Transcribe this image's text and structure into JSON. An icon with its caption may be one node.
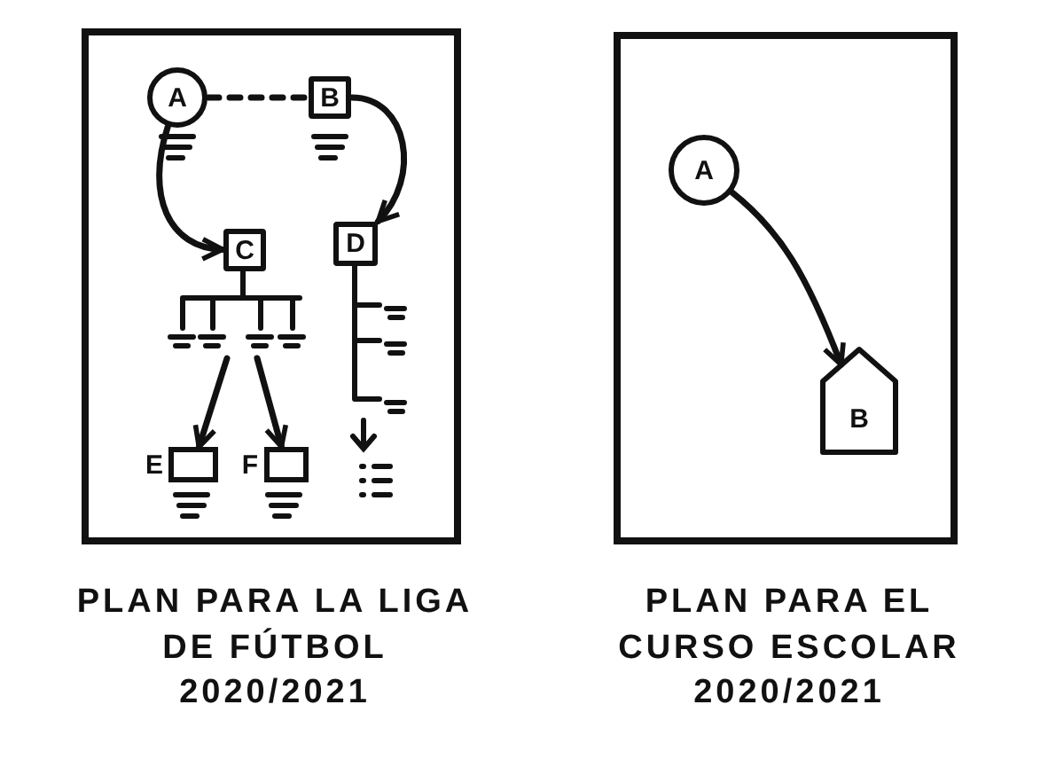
{
  "diagram": {
    "nodes": [
      {
        "text": [
          "PLAN PARA LA LIGA DE FÚTBOL 2020/2021"
        ]
      },
      {
        "text": [
          "A"
        ],
        "in": 0
      },
      {
        "text": [
          "B"
        ],
        "in": 0
      },
      {
        "text": [
          "C"
        ],
        "in": 0
      },
      {
        "text": [
          "D"
        ],
        "in": 0
      },
      {
        "text": [
          "E"
        ],
        "in": 0
      },
      {
        "text": [
          "F"
        ],
        "in": 0
      },
      {
        "text": [
          "PLAN PARA EL CURSO ESCOLAR 2020/2021"
        ]
      },
      {
        "text": [
          "A"
        ],
        "in": 7
      },
      {
        "text": [
          "B"
        ],
        "in": 7
      }
    ],
    "edges": [
      {
        "from": 1,
        "to": 2,
        "arrow": "none",
        "style": "dashed"
      },
      {
        "from": 1,
        "to": 3,
        "arrow": "to"
      },
      {
        "from": 2,
        "to": 4,
        "arrow": "to"
      },
      {
        "from": null,
        "to": 5,
        "arrow": "to"
      },
      {
        "from": null,
        "to": 6,
        "arrow": "to"
      },
      {
        "from": 8,
        "to": 9,
        "arrow": "to"
      }
    ]
  }
}
